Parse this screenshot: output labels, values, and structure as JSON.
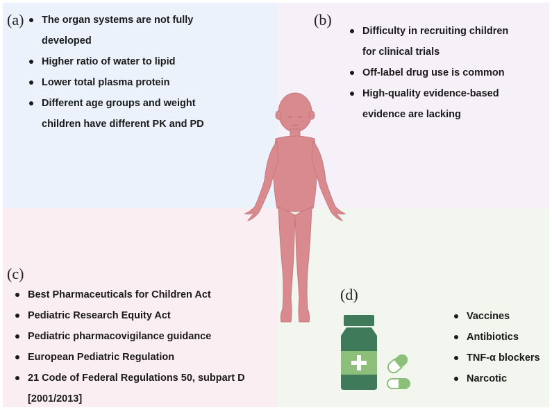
{
  "panels": {
    "a": {
      "label": "(a)",
      "items": [
        "The organ systems are not fully developed",
        "Higher ratio of water to lipid",
        "Lower total plasma protein",
        "Different  age groups and weight children have different PK and PD"
      ]
    },
    "b": {
      "label": "(b)",
      "items": [
        "Difficulty in recruiting children for clinical trials",
        "Off-label drug use is common",
        "High-quality evidence-based evidence are lacking"
      ]
    },
    "c": {
      "label": "(c)",
      "items": [
        "Best Pharmaceuticals for Children Act",
        "Pediatric Research Equity Act",
        "Pediatric pharmacovigilance guidance",
        "European Pediatric Regulation",
        "21 Code of Federal Regulations 50, subpart D [2001/2013]"
      ]
    },
    "d": {
      "label": "(d)",
      "items": [
        "Vaccines",
        "Antibiotics",
        "TNF-α blockers",
        "Narcotic"
      ]
    }
  },
  "illustrations": {
    "center": "child-figure-icon",
    "bottom_right": "medicine-bottle-icon",
    "capsule": "capsule-icon"
  },
  "colors": {
    "panel_a_bg": "#ecf2fb",
    "panel_b_bg": "#f6f1f8",
    "panel_c_bg": "#fbeef3",
    "panel_d_bg": "#f2f6ee",
    "child": "#d98a8e",
    "bottle_dark": "#3f7a5a",
    "bottle_light": "#8cc07a"
  }
}
